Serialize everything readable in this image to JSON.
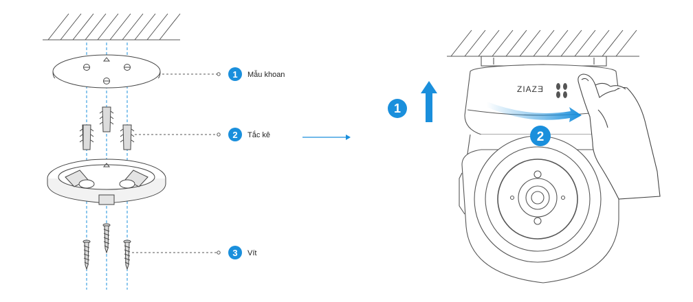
{
  "accent_color": "#1a8fdc",
  "callouts": [
    {
      "number": "1",
      "label": "Mẫu khoan"
    },
    {
      "number": "2",
      "label": "Tắc kê"
    },
    {
      "number": "3",
      "label": "Vít"
    }
  ],
  "steps": {
    "step1_number": "1",
    "step2_number": "2"
  },
  "brand": {
    "logo_text": "ZIAZƎ",
    "logo_icon": "fan-logo-icon"
  },
  "icons": {
    "step_arrow": "arrow-right-icon",
    "lift_arrow": "arrow-up-icon",
    "rotate_arrow": "rotate-arrow-icon",
    "hand": "hand-icon"
  }
}
